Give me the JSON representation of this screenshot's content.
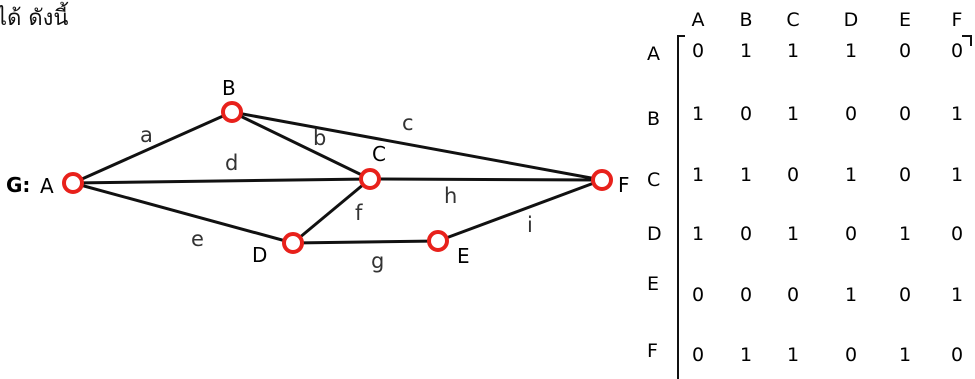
{
  "intro_text": "ได้ ดังนี้",
  "graph": {
    "name": "G:",
    "vertices": [
      {
        "id": "A",
        "label": "A"
      },
      {
        "id": "B",
        "label": "B"
      },
      {
        "id": "C",
        "label": "C"
      },
      {
        "id": "D",
        "label": "D"
      },
      {
        "id": "E",
        "label": "E"
      },
      {
        "id": "F",
        "label": "F"
      }
    ],
    "edges": [
      {
        "label": "a",
        "from": "A",
        "to": "B"
      },
      {
        "label": "b",
        "from": "B",
        "to": "C"
      },
      {
        "label": "c",
        "from": "B",
        "to": "F"
      },
      {
        "label": "d",
        "from": "A",
        "to": "C"
      },
      {
        "label": "e",
        "from": "A",
        "to": "D"
      },
      {
        "label": "f",
        "from": "C",
        "to": "D"
      },
      {
        "label": "g",
        "from": "D",
        "to": "E"
      },
      {
        "label": "h",
        "from": "C",
        "to": "F"
      },
      {
        "label": "i",
        "from": "E",
        "to": "F"
      }
    ]
  },
  "matrix": {
    "column_headers": [
      "A",
      "B",
      "C",
      "D",
      "E",
      "F"
    ],
    "row_headers": [
      "A",
      "B",
      "C",
      "D",
      "E",
      "F"
    ],
    "rows": [
      [
        "0",
        "1",
        "1",
        "1",
        "0",
        "0"
      ],
      [
        "1",
        "0",
        "1",
        "0",
        "0",
        "1"
      ],
      [
        "1",
        "1",
        "0",
        "1",
        "0",
        "1"
      ],
      [
        "1",
        "0",
        "1",
        "0",
        "1",
        "0"
      ],
      [
        "0",
        "0",
        "0",
        "1",
        "0",
        "1"
      ],
      [
        "0",
        "1",
        "1",
        "0",
        "1",
        "0"
      ]
    ]
  }
}
